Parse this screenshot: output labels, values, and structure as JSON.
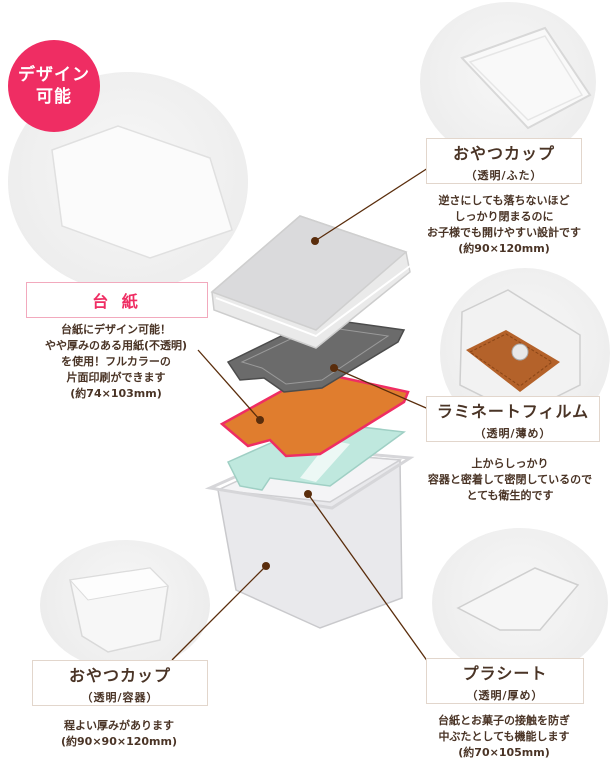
{
  "badge": {
    "line1": "デザイン",
    "line2": "可能",
    "color": "#ef2d63"
  },
  "parts": {
    "lid": {
      "title": "おやつカップ",
      "subtitle": "（透明/ふた）",
      "description": [
        "逆さにしても落ちないほど",
        "しっかり閉まるのに",
        "お子様でも開けやすい設計です",
        "(約90×120mm)"
      ]
    },
    "card": {
      "title": "台 紙",
      "description": [
        "台紙にデザイン可能！",
        "やや厚みのある用紙(不透明)",
        "を使用！フルカラーの",
        "片面印刷ができます",
        "(約74×103mm)"
      ],
      "accent": "#ef2d63"
    },
    "laminate": {
      "title": "ラミネートフィルム",
      "subtitle": "（透明/薄め）",
      "description": [
        "上からしっかり",
        "容器と密着して密閉しているので",
        "とても衛生的です"
      ]
    },
    "container": {
      "title": "おやつカップ",
      "subtitle": "（透明/容器）",
      "description": [
        "程よい厚みがあります",
        "(約90×90×120mm)"
      ]
    },
    "plastic_sheet": {
      "title": "プラシート",
      "subtitle": "（透明/厚め）",
      "description": [
        "台紙とお菓子の接触を防ぎ",
        "中ぶたとしても機能します",
        "(約70×105mm)"
      ]
    }
  },
  "colors": {
    "leader_line": "#5a2d0c",
    "card_fill": "#e07d2e",
    "card_outline": "#ef2d63",
    "film_fill": "#6b6b6b",
    "sheet_fill": "#bfe8de",
    "cup_fill": "#e9e9ec"
  }
}
